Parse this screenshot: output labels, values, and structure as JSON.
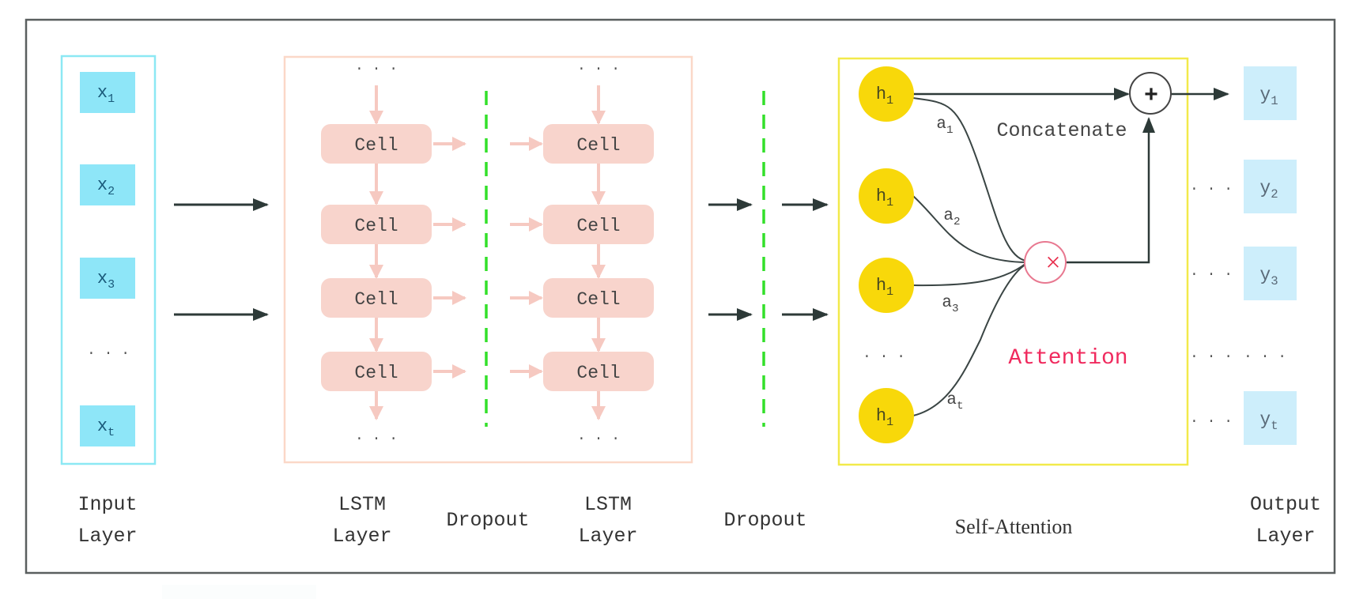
{
  "colors": {
    "frame": "#5a5f5f",
    "input_border": "#8ce8f4",
    "input_fill": "#8ee6f8",
    "input_text": "#1a5a7a",
    "lstm_border": "#fbd8c8",
    "cell_fill": "#f8d4cc",
    "cell_arrow": "#f6c9c1",
    "dropout": "#33e02a",
    "arrow": "#2d3a38",
    "attention_border": "#f2ea4a",
    "h_fill": "#f8d80a",
    "multiply": "#e8506a",
    "attention_text": "#f02a5e",
    "output_fill": "#cdeefb",
    "label_text": "#333333"
  },
  "input_layer": {
    "label_line1": "Input",
    "label_line2": "Layer",
    "items": [
      {
        "base": "x",
        "sub": "1"
      },
      {
        "base": "x",
        "sub": "2"
      },
      {
        "base": "x",
        "sub": "3"
      },
      {
        "base": "x",
        "sub": "t"
      }
    ],
    "ellipsis": "· · ·"
  },
  "lstm": {
    "cell_label": "Cell",
    "ellipsis": "· · ·",
    "layer1_label_line1": "LSTM",
    "layer1_label_line2": "Layer",
    "layer2_label_line1": "LSTM",
    "layer2_label_line2": "Layer",
    "cells_per_column": 4
  },
  "dropout": {
    "inner_label": "Dropout",
    "outer_label": "Dropout"
  },
  "attention": {
    "title": "Self-Attention",
    "inner_title": "Attention",
    "concat_label": "Concatenate",
    "plus_symbol": "+",
    "multiply_symbol": "×",
    "ellipsis": "· · ·",
    "hidden_states": [
      {
        "base": "h",
        "sub": "1"
      },
      {
        "base": "h",
        "sub": "1"
      },
      {
        "base": "h",
        "sub": "1"
      },
      {
        "base": "h",
        "sub": "1"
      }
    ],
    "weights": [
      {
        "base": "a",
        "sub": "1"
      },
      {
        "base": "a",
        "sub": "2"
      },
      {
        "base": "a",
        "sub": "3"
      },
      {
        "base": "a",
        "sub": "t"
      }
    ]
  },
  "output_layer": {
    "label_line1": "Output",
    "label_line2": "Layer",
    "items": [
      {
        "base": "y",
        "sub": "1"
      },
      {
        "base": "y",
        "sub": "2"
      },
      {
        "base": "y",
        "sub": "3"
      },
      {
        "base": "y",
        "sub": "t"
      }
    ],
    "ellipsis": "· · ·"
  }
}
